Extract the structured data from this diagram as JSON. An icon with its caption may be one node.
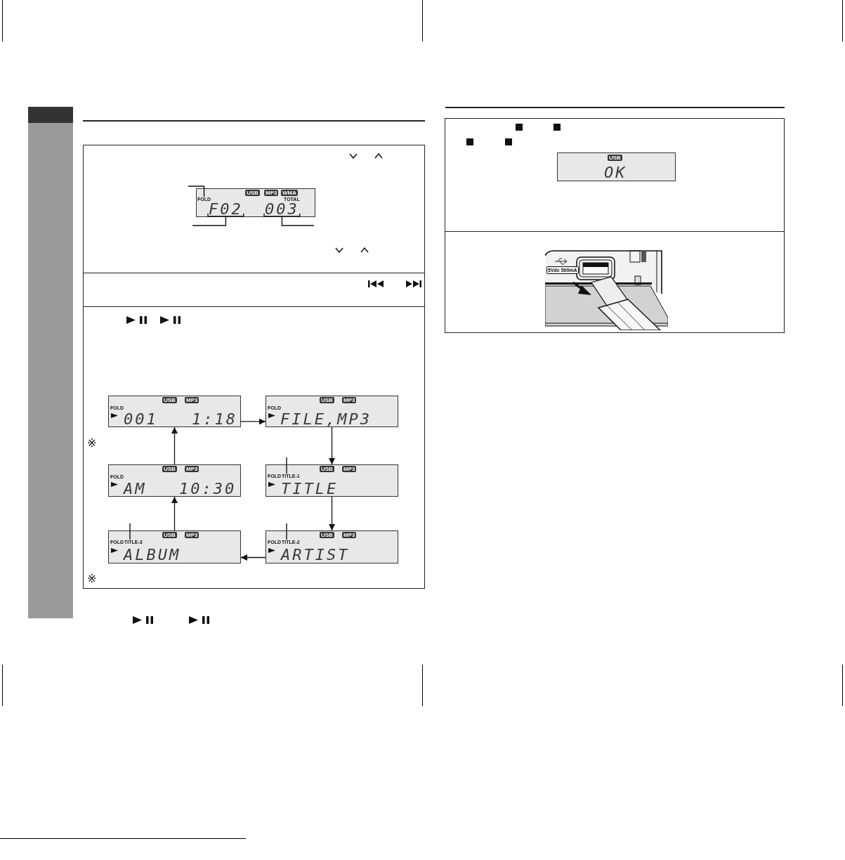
{
  "diagram": {
    "nodes": [
      {
        "text": [
          "USB",
          "MP3",
          "WMA",
          "TOTAL"
        ]
      },
      {
        "text": [
          "FOLD"
        ],
        "in": 0
      },
      {
        "text": [
          "F02"
        ],
        "in": 0
      },
      {
        "text": [
          "003"
        ],
        "in": 0
      },
      {
        "text": [
          "FOLD",
          "USB",
          "MP3",
          "001",
          "1:18"
        ]
      },
      {
        "text": [
          "FOLD",
          "USB",
          "MP3",
          "FILE,MP3"
        ]
      },
      {
        "text": [
          "FOLD",
          "USB",
          "MP3",
          "AM",
          "10:30"
        ]
      },
      {
        "text": [
          "FOLD",
          "USB",
          "MP3",
          "TITLE"
        ]
      },
      {
        "text": [
          "TITLE-1"
        ],
        "in": 7
      },
      {
        "text": [
          "FOLD",
          "USB",
          "MP3",
          "ALBUM"
        ]
      },
      {
        "text": [
          "TITLE-3"
        ],
        "in": 9
      },
      {
        "text": [
          "FOLD",
          "USB",
          "MP3",
          "ARTIST"
        ]
      },
      {
        "text": [
          "TITLE-2"
        ],
        "in": 11
      },
      {
        "text": [
          "USB",
          "OK"
        ]
      },
      {
        "text": [],
        "shape": "bar"
      }
    ],
    "edges": [
      {
        "from": null,
        "to": 1,
        "arrow": "none"
      },
      {
        "from": null,
        "to": 2,
        "arrow": "none"
      },
      {
        "from": null,
        "to": 3,
        "arrow": "none"
      },
      {
        "from": 4,
        "to": 5,
        "arrow": "to"
      },
      {
        "from": 5,
        "to": 7,
        "arrow": "to"
      },
      {
        "from": 7,
        "to": 11,
        "arrow": "to"
      },
      {
        "from": 11,
        "to": 9,
        "arrow": "to"
      },
      {
        "from": 9,
        "to": 6,
        "arrow": "to"
      },
      {
        "from": 6,
        "to": 4,
        "arrow": "to"
      },
      {
        "from": null,
        "to": 8,
        "arrow": "none"
      },
      {
        "from": null,
        "to": 12,
        "arrow": "none"
      },
      {
        "from": null,
        "to": 10,
        "arrow": "none"
      }
    ],
    "labels": [
      "※",
      "※",
      "5Vdc 500mA"
    ]
  }
}
